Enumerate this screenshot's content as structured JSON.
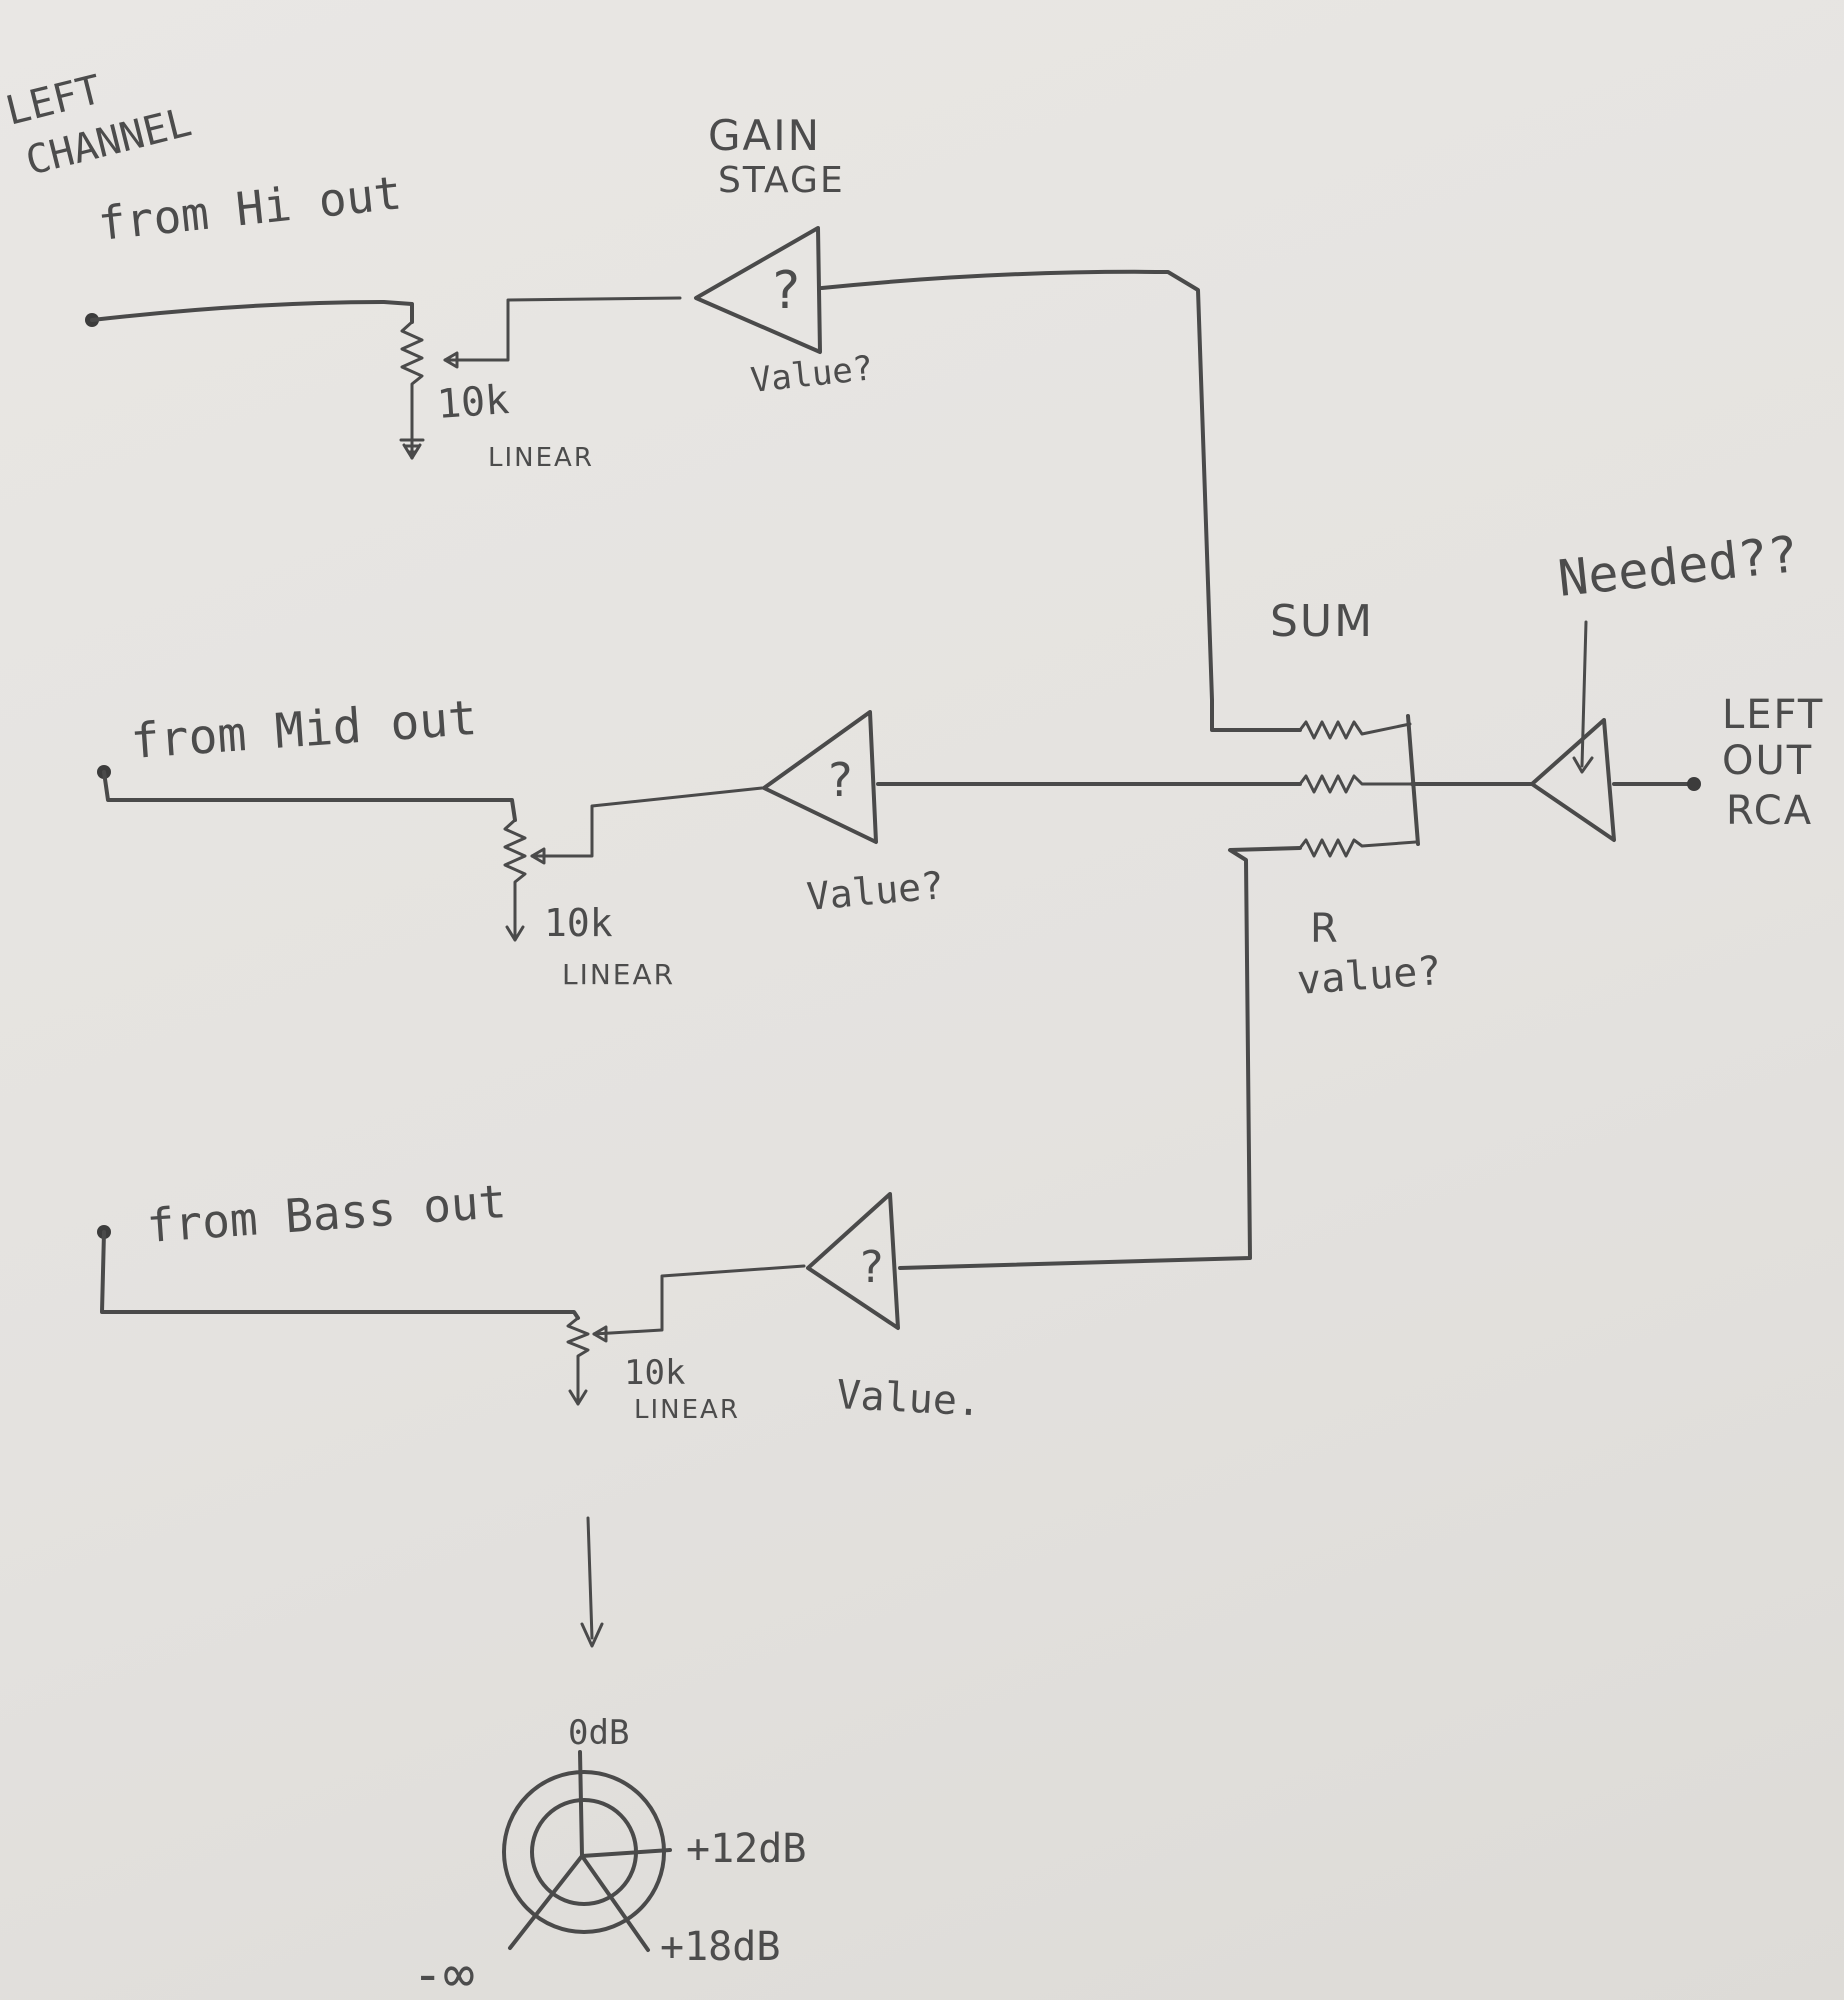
{
  "title": {
    "line1": "LEFT",
    "line2": "CHANNEL"
  },
  "gain_stage_label": {
    "line1": "GAIN",
    "line2": "STAGE"
  },
  "amp_symbol": "?",
  "channels": [
    {
      "id": "hi",
      "source_label": "from Hi out",
      "pot_value": "10k",
      "pot_taper": "LINEAR",
      "amp_value_label": "Value?"
    },
    {
      "id": "mid",
      "source_label": "from Mid out",
      "pot_value": "10k",
      "pot_taper": "LINEAR",
      "amp_value_label": "Value?"
    },
    {
      "id": "bass",
      "source_label": "from Bass out",
      "pot_value": "10k",
      "pot_taper": "LINEAR",
      "amp_value_label": "Value."
    }
  ],
  "sum_label": "SUM",
  "resistor_label": {
    "line1": "R",
    "line2": "value?"
  },
  "buffer_label": "Needed??",
  "output_label": {
    "line1": "LEFT",
    "line2": "OUT",
    "line3": "RCA"
  },
  "knob_scale": {
    "top": "0dB",
    "right": "+12dB",
    "bottom_right": "+18dB",
    "bottom_left": "-∞"
  }
}
